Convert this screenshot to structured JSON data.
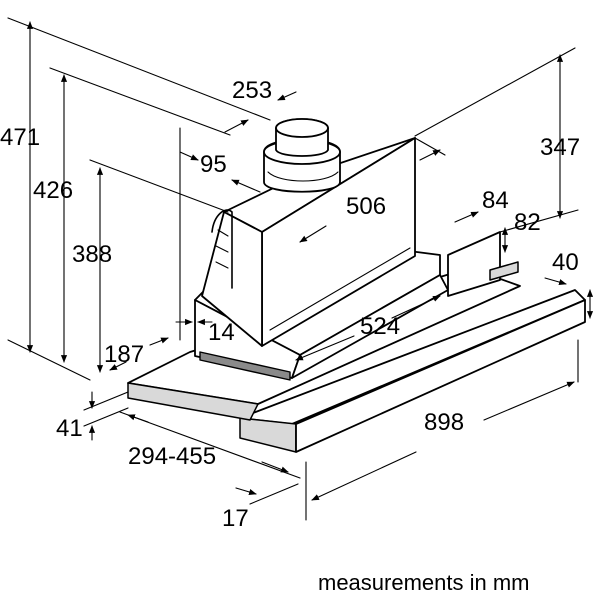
{
  "dimensions": {
    "d471": "471",
    "d426": "426",
    "d388": "388",
    "d253": "253",
    "d95": "95",
    "d506": "506",
    "d347": "347",
    "d84": "84",
    "d82": "82",
    "d40": "40",
    "d14": "14",
    "d524": "524",
    "d187": "187",
    "d41": "41",
    "d294_455": "294-455",
    "d898": "898",
    "d17": "17"
  },
  "caption": "measurements in mm"
}
